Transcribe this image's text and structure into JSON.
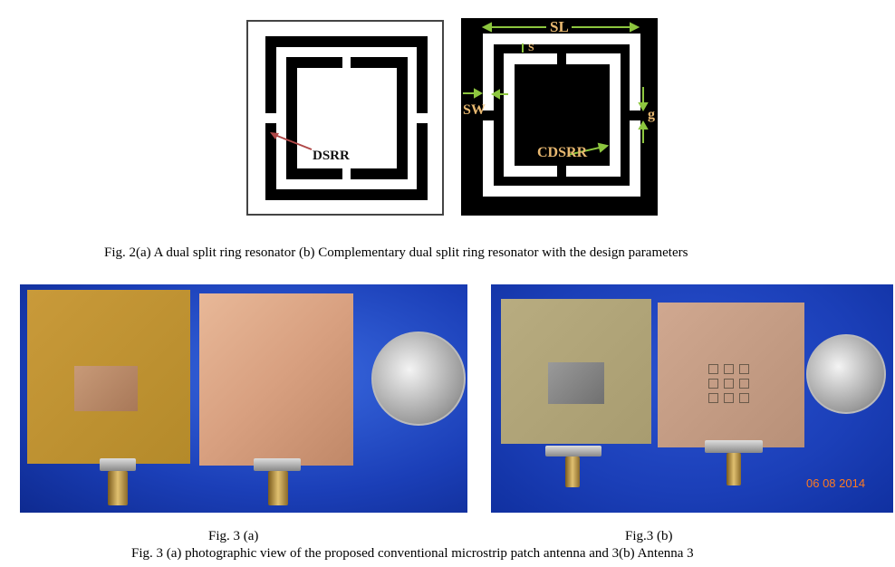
{
  "fig2": {
    "a_label": "DSRR",
    "b_label": "CDSRR",
    "param_sl": "SL",
    "param_s": "S",
    "param_sw": "SW",
    "param_g": "g",
    "caption": "Fig. 2(a) A dual split ring resonator (b) Complementary dual split ring resonator with the design parameters"
  },
  "fig3": {
    "date_stamp": "06 08 2014",
    "sub_a": "Fig. 3 (a)",
    "sub_b": "Fig.3 (b)",
    "caption": "Fig. 3 (a) photographic view of the proposed conventional microstrip patch antenna and 3(b) Antenna 3"
  },
  "colors": {
    "arrow_green": "#8dc63f",
    "label_tan": "#e8b870",
    "photo_blue": "#1b3fb8"
  }
}
